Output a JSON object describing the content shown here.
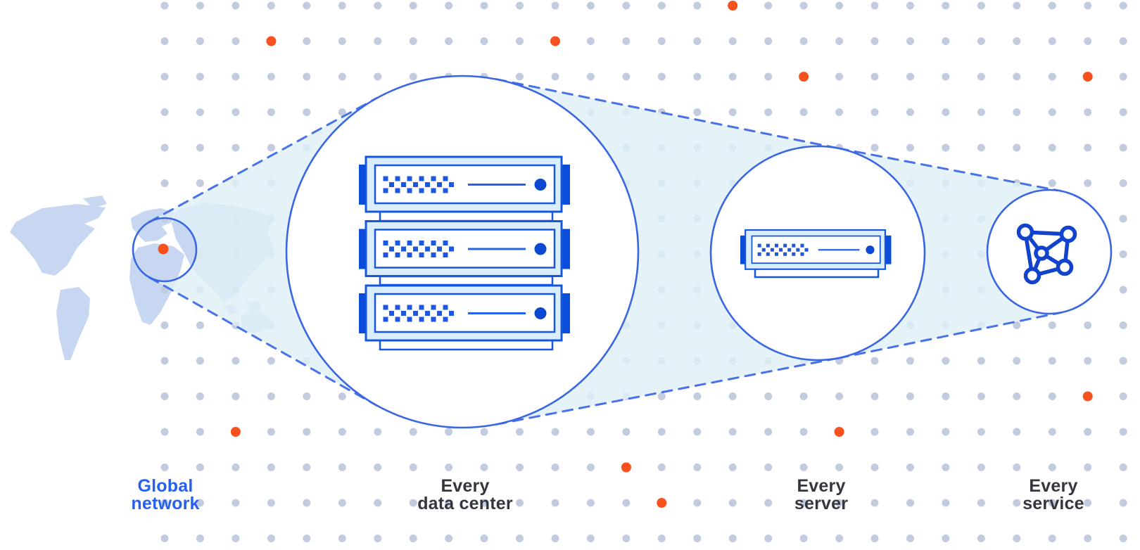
{
  "title": "Global network zoom-in diagram",
  "colors": {
    "background": "#ffffff",
    "grid_dot": "#c3cbdf",
    "accent_orange": "#f6511e",
    "circle_stroke": "#3b66e3",
    "dashed_line": "#4a72e8",
    "beam_fill": "#dff0f7",
    "server_stroke": "#1657e0",
    "server_light_fill": "#d9edfb",
    "server_tab_fill": "#0a4ddb",
    "server_detail": "#1d56e0",
    "map_fill": "#c7d7f2",
    "label_blue": "#2760ef",
    "label_dark": "#33363d"
  },
  "background_dots": {
    "orange_positions": [
      [
        3,
        1
      ],
      [
        11,
        1
      ],
      [
        16,
        0
      ],
      [
        18,
        2
      ],
      [
        26,
        2
      ],
      [
        26,
        11
      ],
      [
        19,
        12
      ],
      [
        13,
        13
      ],
      [
        14,
        14
      ],
      [
        2,
        12
      ]
    ]
  },
  "map_marker": {
    "name": "location-marker-dot",
    "color": "#f6511e"
  },
  "nodes": [
    {
      "id": "global-network",
      "icon": "world-map-zoom-circle-icon",
      "label_lines": [
        "Global",
        "network"
      ],
      "label_color": "#2760ef"
    },
    {
      "id": "every-data-center",
      "icon": "server-rack-icon",
      "label_lines": [
        "Every",
        "data center"
      ],
      "label_color": "#33363d"
    },
    {
      "id": "every-server",
      "icon": "server-icon",
      "label_lines": [
        "Every",
        "server"
      ],
      "label_color": "#33363d"
    },
    {
      "id": "every-service",
      "icon": "mesh-network-icon",
      "label_lines": [
        "Every",
        "service"
      ],
      "label_color": "#33363d"
    }
  ]
}
